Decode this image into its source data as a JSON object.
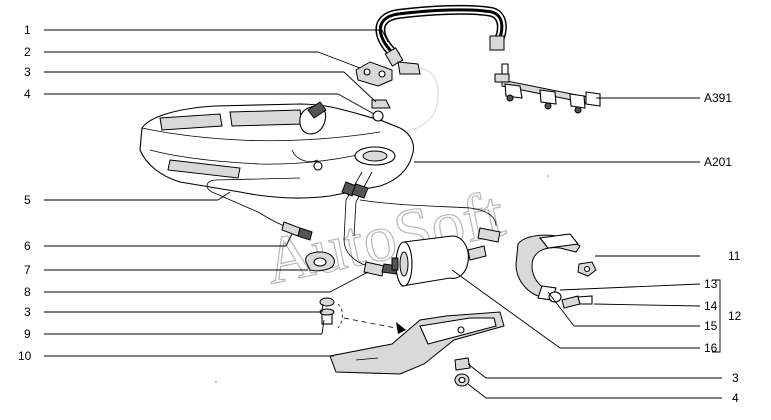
{
  "callouts_left": [
    "1",
    "2",
    "3",
    "4",
    "5",
    "6",
    "7",
    "8",
    "3",
    "9",
    "10"
  ],
  "callouts_right": [
    "A391",
    "A201",
    "11",
    "13",
    "14",
    "12",
    "15",
    "16",
    "3",
    "4"
  ],
  "watermark": "AutoSoft"
}
